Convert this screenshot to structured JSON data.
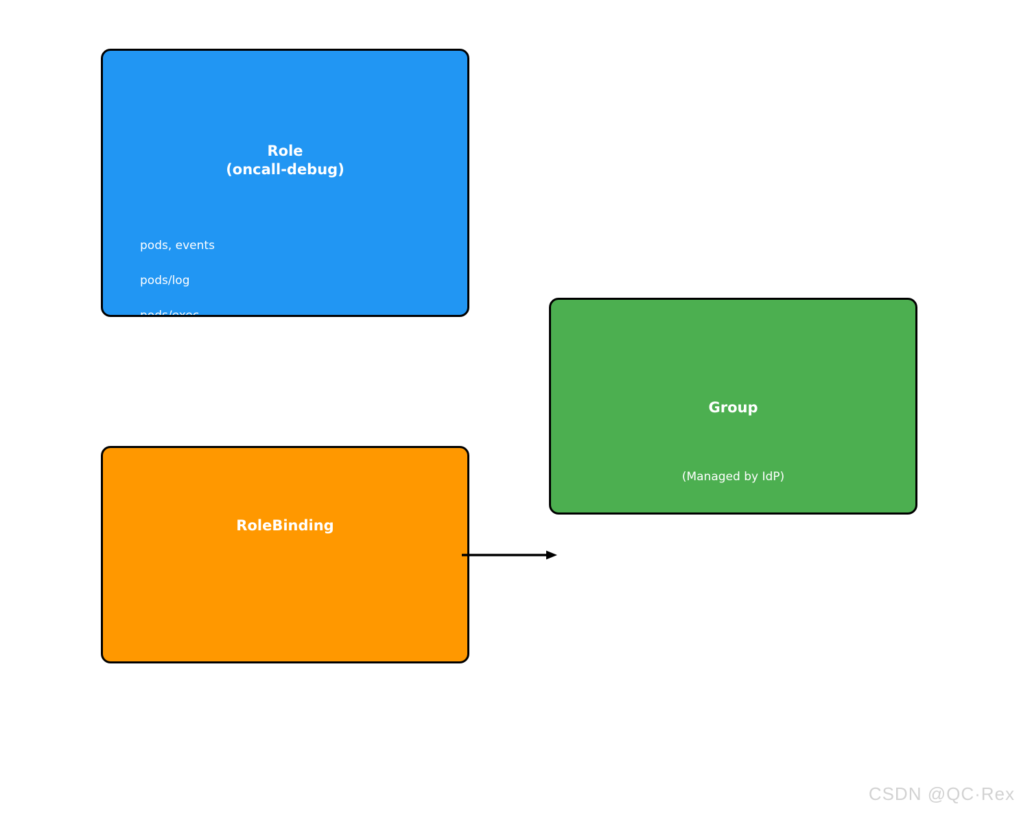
{
  "diagram": {
    "role_box": {
      "title_line1": "Role",
      "title_line2": "(oncall-debug)",
      "items": [
        "pods, events",
        "pods/log",
        "pods/exec"
      ],
      "color": "#2196F3"
    },
    "group_box": {
      "title": "Group",
      "subtitle": "(Managed by IdP)",
      "color": "#4CAF50"
    },
    "rolebinding_box": {
      "title": "RoleBinding",
      "color": "#FF9800"
    },
    "arrow": {
      "from": "rolebinding_box",
      "direction": "right",
      "color": "#000000"
    },
    "watermark": "CSDN @QC·Rex"
  }
}
